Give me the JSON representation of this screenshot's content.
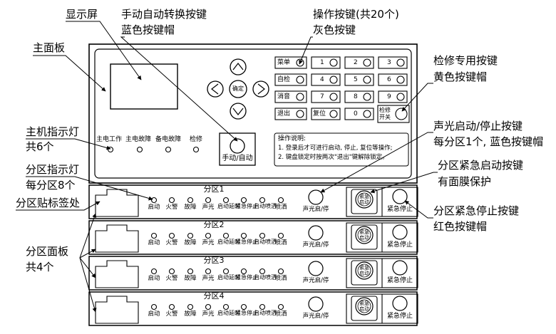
{
  "callouts": {
    "display": "显示屏",
    "manual_auto_line1": "手动自动转换按键",
    "manual_auto_line2": "蓝色按键帽",
    "ops_line1": "操作按键(共20个)",
    "ops_line2": "灰色按键",
    "main_board": "主面板",
    "maint_line1": "检修专用按键",
    "maint_line2": "黄色按键帽",
    "host_led_line1": "主机指示灯",
    "host_led_line2": "共6个",
    "sound_line1": "声光启动/停止按键",
    "sound_line2": "每分区1个, 蓝色按键帽",
    "zone_led_line1": "分区指示灯",
    "zone_led_line2": "每分区8个",
    "zone_estart_line1": "分区紧急启动按键",
    "zone_estart_line2": "有面膜保护",
    "label_slot": "分区贴标签处",
    "zone_estop_line1": "分区紧急停止按键",
    "zone_estop_line2": "红色按键帽",
    "zone_panels_line1": "分区面板",
    "zone_panels_line2": "共4个"
  },
  "main_panel": {
    "host_leds": [
      "主电工作",
      "主电故障",
      "备电故障",
      "检修"
    ],
    "manual_auto_button": "手动/自动",
    "nav_center": "确定",
    "func_keys": [
      "菜单",
      "自检",
      "消音",
      "退出"
    ],
    "reset_key": "复位",
    "digits": [
      "1",
      "2",
      "3",
      "4",
      "5",
      "6",
      "7",
      "8",
      "9",
      "0"
    ],
    "maint_key": [
      "检修",
      "开关"
    ],
    "instructions": {
      "title": "操作说明:",
      "line1": "1. 登录后才可进行启动, 停止, 复位等操作;",
      "line2": "2. 键盘锁定时按两次\"退出\"键解除锁定。"
    }
  },
  "zone_common": {
    "leds": [
      "启动",
      "火警",
      "故障",
      "声光",
      "启动延时",
      "紧急停止",
      "启动喷洒",
      "喷洒"
    ],
    "sound_button": "声光启/停",
    "emergency_start": [
      "紧急",
      "启动"
    ],
    "emergency_stop": "紧急停止"
  },
  "zones": [
    {
      "name": "分区1"
    },
    {
      "name": "分区2"
    },
    {
      "name": "分区3"
    },
    {
      "name": "分区4"
    }
  ]
}
